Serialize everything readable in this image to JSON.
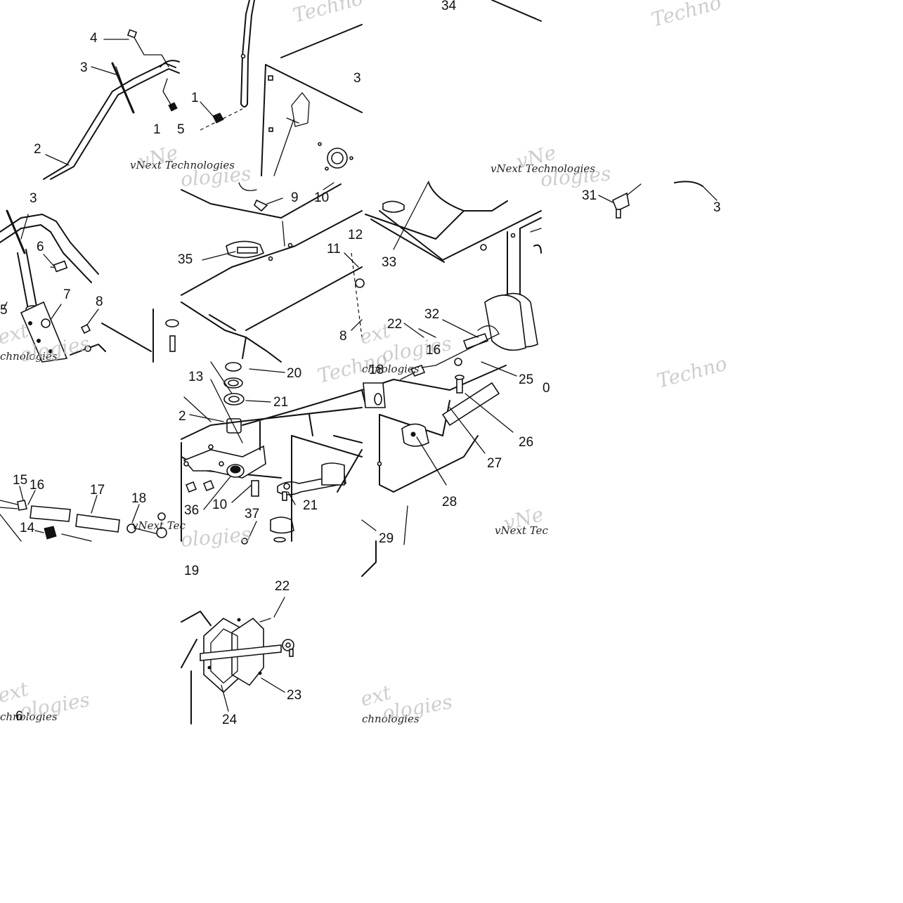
{
  "labels": {
    "t00_4": "4",
    "t00_3": "3",
    "t00_1": "1",
    "t00_5": "5",
    "t00_2": "2",
    "t01_1": "1",
    "t01_3": "3",
    "t02_34": "34",
    "t10_3": "3",
    "t10_6": "6",
    "t10_7": "7",
    "t10_8": "8",
    "t10_5": "5",
    "t11_9": "9",
    "t11_10": "10",
    "t11_35": "35",
    "t11_12": "12",
    "t11_11": "11",
    "t11_8": "8",
    "t12_33": "33",
    "t12_32": "32",
    "t12_22": "22",
    "t12_16": "16",
    "t13_31": "31",
    "t13_3": "3",
    "t21_13": "13",
    "t21_20": "20",
    "t21_21a": "21",
    "t21_2": "2",
    "t21_36": "36",
    "t21_10": "10",
    "t21_21b": "21",
    "t21_37": "37",
    "t22_18": "18",
    "t22_25": "25",
    "t22_0": "0",
    "t22_26": "26",
    "t22_27": "27",
    "t22_28": "28",
    "t22_29": "29",
    "t20_15": "15",
    "t20_16": "16",
    "t20_17": "17",
    "t20_18": "18",
    "t20_14": "14",
    "t20_19": "19",
    "t31_22": "22",
    "t31_23": "23",
    "t31_24": "24",
    "t30_6": "6"
  },
  "watermarks": {
    "brand_full": "vNext Technologies",
    "brand_a": "Techno",
    "brand_b": "vNext Tec",
    "brand_c": "chnologies",
    "brand_d": "ext",
    "brand_e": "vNe",
    "brand_f": "ologies"
  }
}
